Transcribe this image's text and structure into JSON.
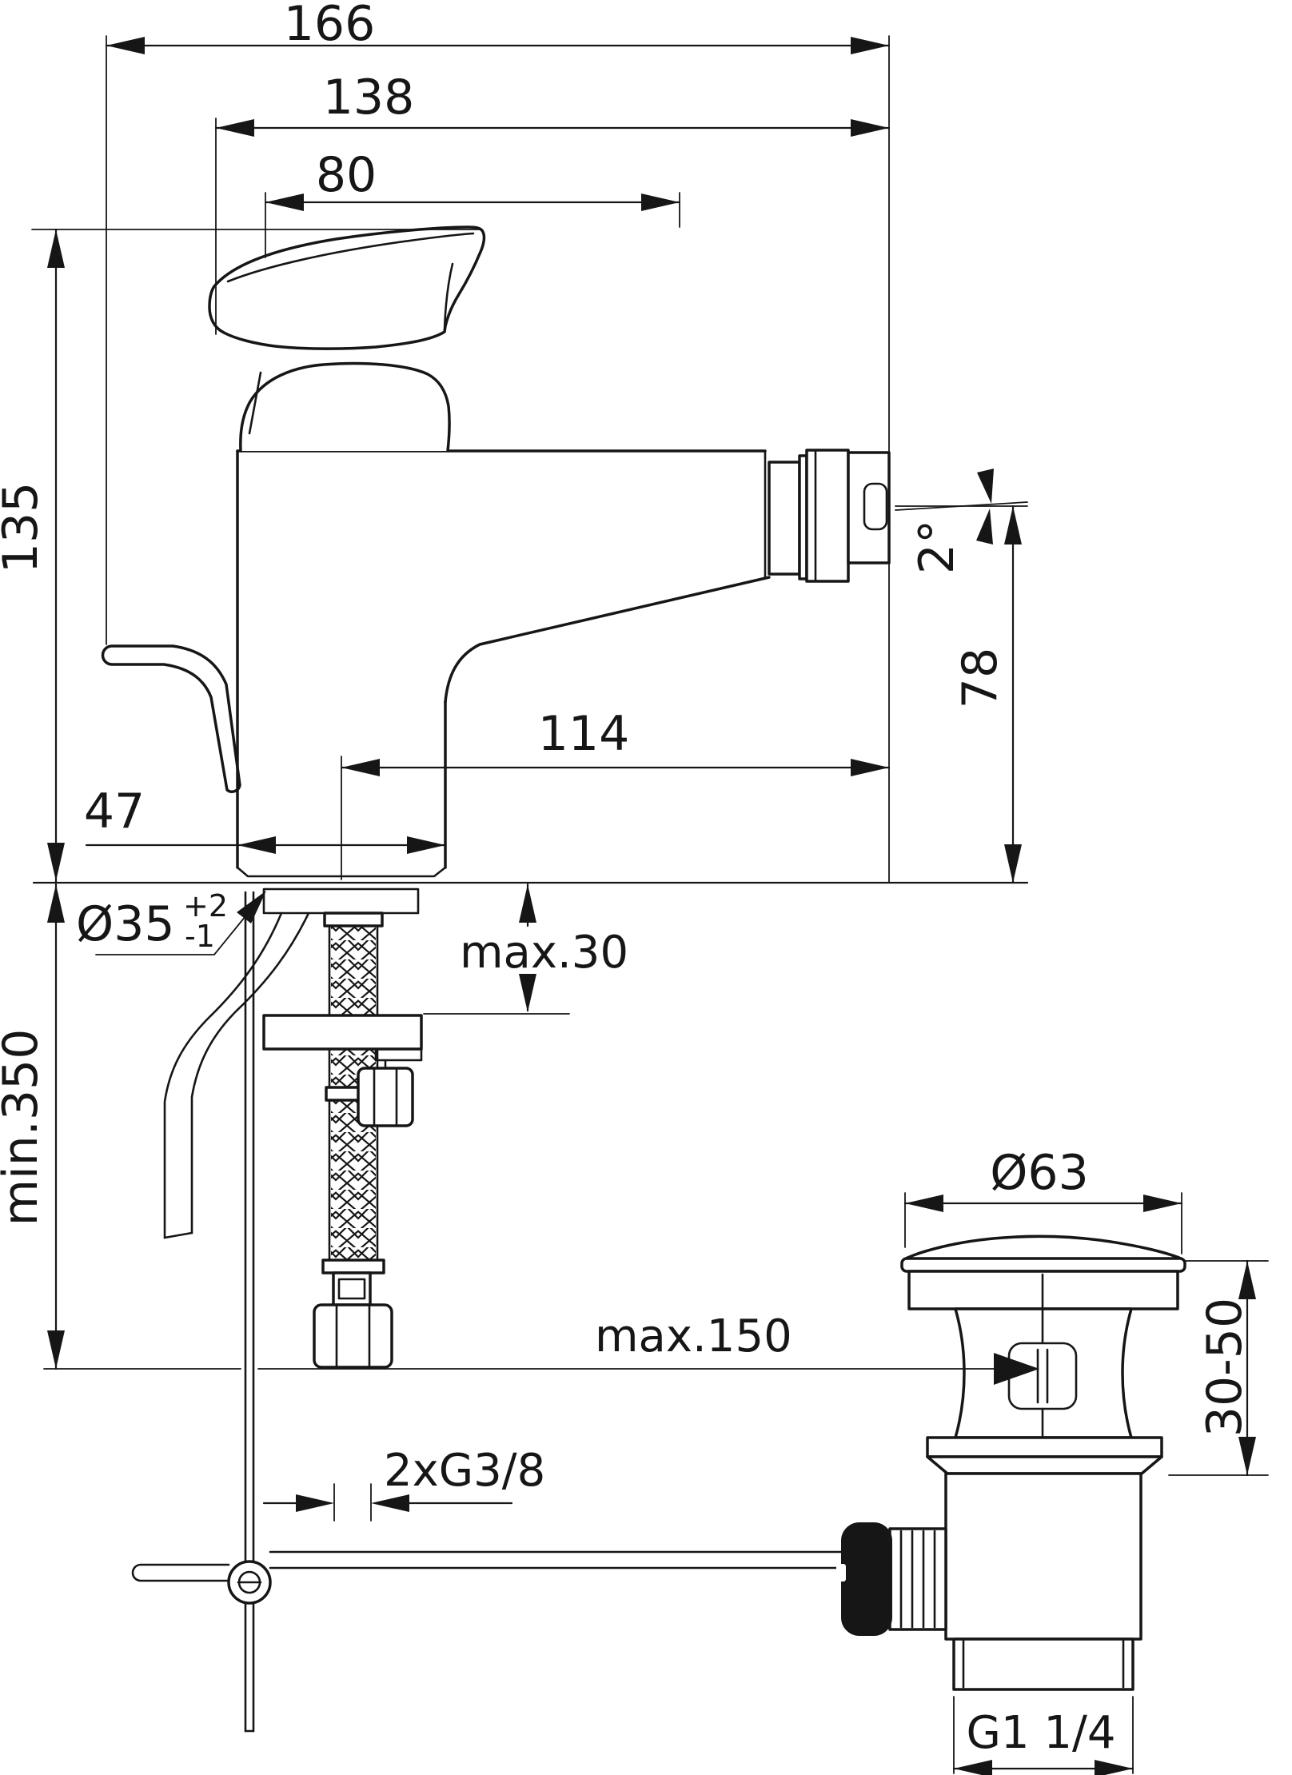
{
  "diagram": {
    "dimensions": {
      "overall_width": "166",
      "back_to_outlet": "138",
      "handle_length": "80",
      "height_above_deck": "135",
      "spout_angle": "2°",
      "outlet_height": "78",
      "outlet_reach": "114",
      "body_width": "47",
      "hole_diameter": "Ø35",
      "hole_tolerance_plus": "+2",
      "hole_tolerance_minus": "-1",
      "deck_thickness_max": "max.30",
      "hose_length_min": "min.350",
      "waste_cap_diameter": "Ø63",
      "rod_reach_max": "max.150",
      "mounting_range": "30-50",
      "supply_connection": "2xG3/8",
      "waste_connection": "G1 1/4"
    }
  }
}
